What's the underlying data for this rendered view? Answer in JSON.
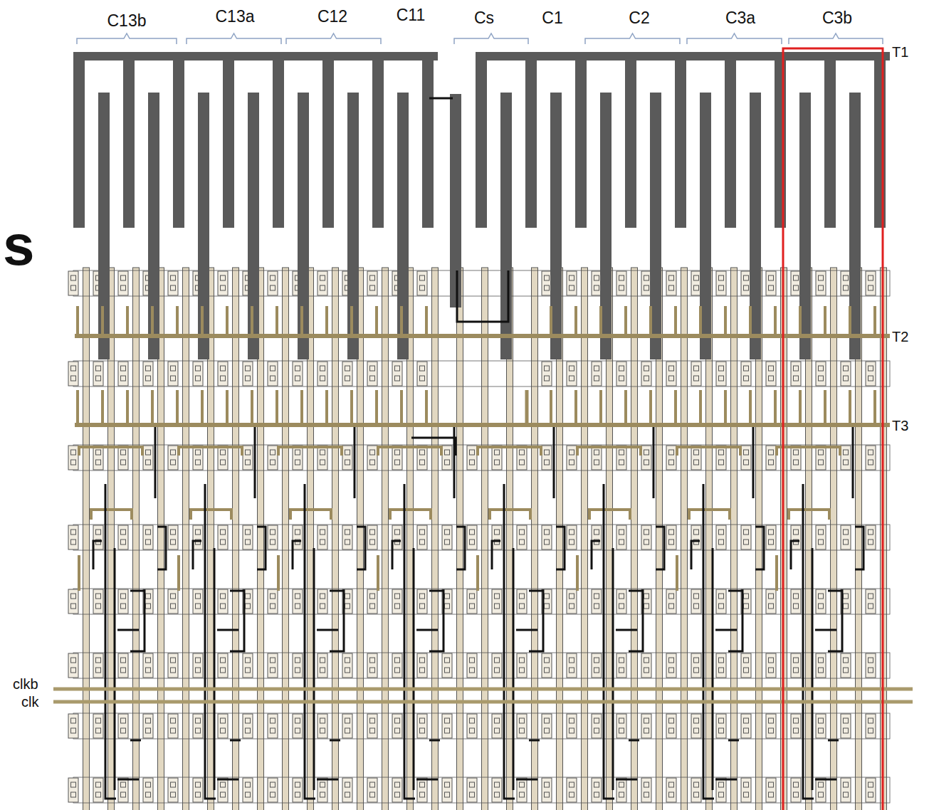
{
  "diagram": {
    "labels": [
      "C13b",
      "C13a",
      "C12",
      "C11",
      "Cs",
      "C1",
      "C2",
      "C3a",
      "C3b",
      "T1",
      "T2",
      "T3",
      "clkb",
      "clk",
      "s"
    ]
  }
}
